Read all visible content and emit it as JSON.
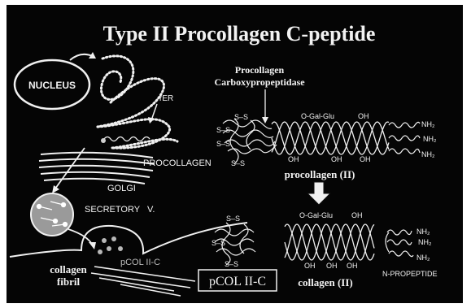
{
  "title": "Type II Procollagen C-peptide",
  "cell": {
    "nucleus_label": "NUCLEUS",
    "rer_label": "rER",
    "procollagen_label": "PROCOLLAGEN",
    "golgi_label": "GOLGI",
    "secretory_label": "SECRETORY   V.",
    "pcol_label": "pCOL II-C",
    "fibril_label_line1": "collagen",
    "fibril_label_line2": "fibril"
  },
  "enzyme": {
    "label_line1": "Procollagen",
    "label_line2": "Carboxypropeptidase"
  },
  "top_molecule": {
    "ss_top": "S–S",
    "ss_left1": "S–S",
    "ss_left2": "S–S",
    "ss_bottom": "S–S",
    "sugar_label": "O-Gal-Glu",
    "oh_top": "OH",
    "oh_bottom1": "OH",
    "oh_bottom2": "OH",
    "oh_bottom3": "OH",
    "nh2_1": "NH₂",
    "nh2_2": "NH₂",
    "nh2_3": "NH₂",
    "caption": "procollagen (II)"
  },
  "bottom_molecule": {
    "ss_top": "S–S",
    "ss_left": "S–S",
    "ss_bottom": "S–S",
    "sugar_label": "O-Gal-Glu",
    "oh_top": "OH",
    "oh_bottom1": "OH",
    "oh_bottom2": "OH",
    "oh_bottom3": "OH",
    "nh2_1": "NH₂",
    "nh2_2": "NH₂",
    "nh2_3": "NH₂",
    "caption": "collagen (II)",
    "npropeptide_label": "N-PROPEPTIDE",
    "boxed_label": "pCOL II-C"
  },
  "colors": {
    "background": "#050505",
    "foreground": "#f2f2f2",
    "vesicle_fill": "#9a9a9a"
  }
}
